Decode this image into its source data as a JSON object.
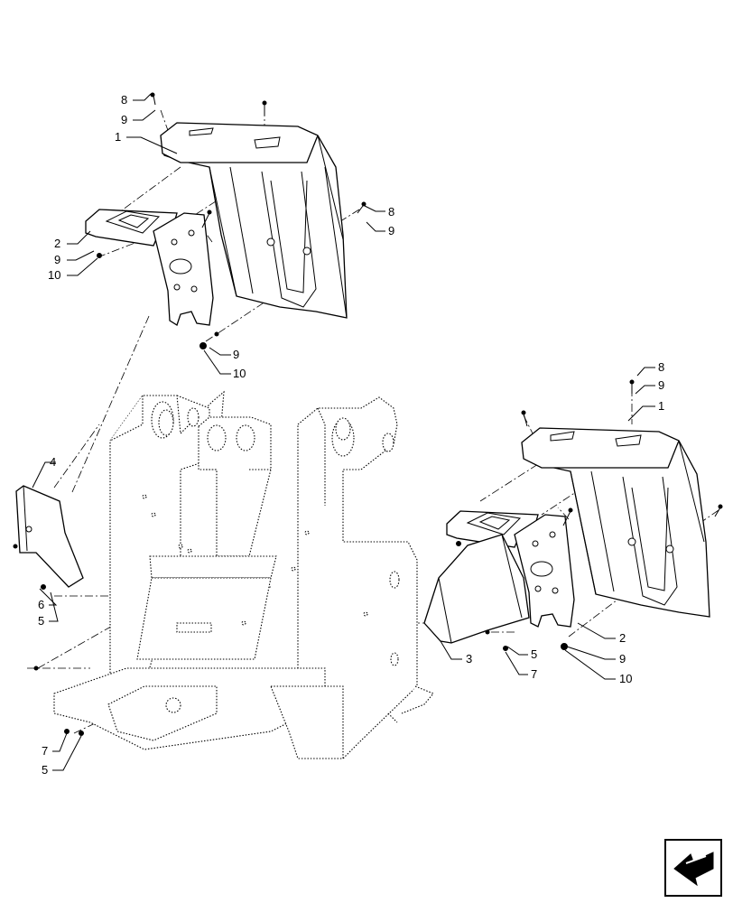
{
  "callouts": {
    "left_fender": [
      "8",
      "9",
      "1",
      "8",
      "9",
      "2",
      "9",
      "10",
      "9",
      "10"
    ],
    "left_panel": [
      "4",
      "6",
      "5",
      "7",
      "5"
    ],
    "right_fender": [
      "8",
      "9",
      "1",
      "3",
      "5",
      "7",
      "2",
      "9",
      "10"
    ]
  },
  "icons": {
    "nav": "next-page-arrow-icon"
  }
}
